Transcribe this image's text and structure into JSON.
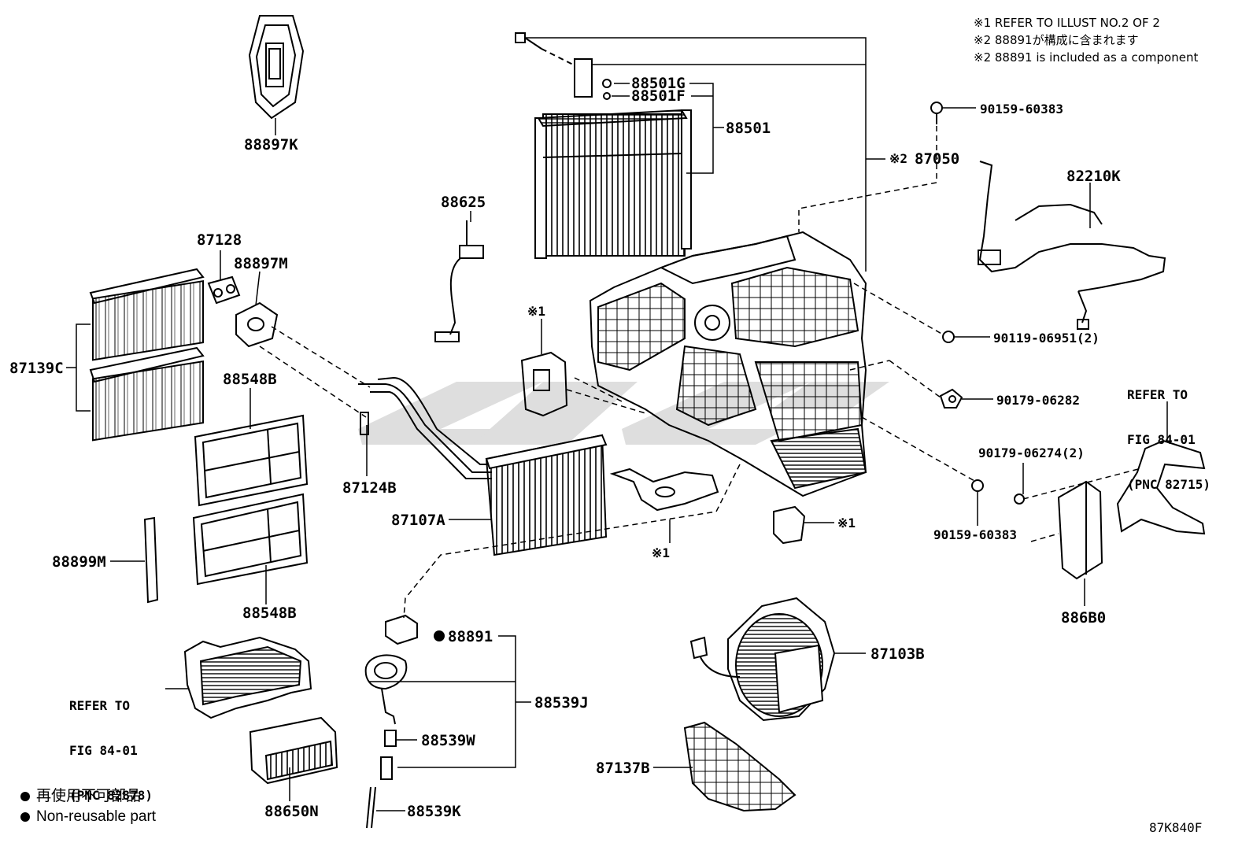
{
  "notes": {
    "n1": "※1 REFER TO ILLUST NO.2 OF 2",
    "n2": "※2 88891が構成に含まれます",
    "n3": "※2 88891 is included as a component"
  },
  "marks": {
    "m1": "※1",
    "m2": "※2"
  },
  "labels": {
    "p88897K": "88897K",
    "p88501G": "88501G",
    "p88501F": "88501F",
    "p88501": "88501",
    "p90159a": "90159-60383",
    "p87050": "87050",
    "p82210K": "82210K",
    "p88625": "88625",
    "p87128": "87128",
    "p88897M": "88897M",
    "p87139C": "87139C",
    "p90119": "90119-06951(2)",
    "p88548Ba": "88548B",
    "p90179a": "90179-06282",
    "p87124B": "87124B",
    "p87107A": "87107A",
    "p90179b": "90179-06274(2)",
    "p90159b": "90159-60383",
    "p88899M": "88899M",
    "p88548Bb": "88548B",
    "p886B0": "886B0",
    "p88891": "88891",
    "p88539J": "88539J",
    "p87103B": "87103B",
    "p88539W": "88539W",
    "p87137B": "87137B",
    "p88539K": "88539K",
    "p88650N": "88650N"
  },
  "refs": {
    "left": [
      "REFER TO",
      "FIG 84-01",
      "(PNC 82878)"
    ],
    "right": [
      "REFER TO",
      "FIG 84-01",
      "(PNC 82715)"
    ]
  },
  "legend": {
    "jp": "再使用不可部品",
    "en": "Non-reusable part"
  },
  "figure_id": "87K840F"
}
